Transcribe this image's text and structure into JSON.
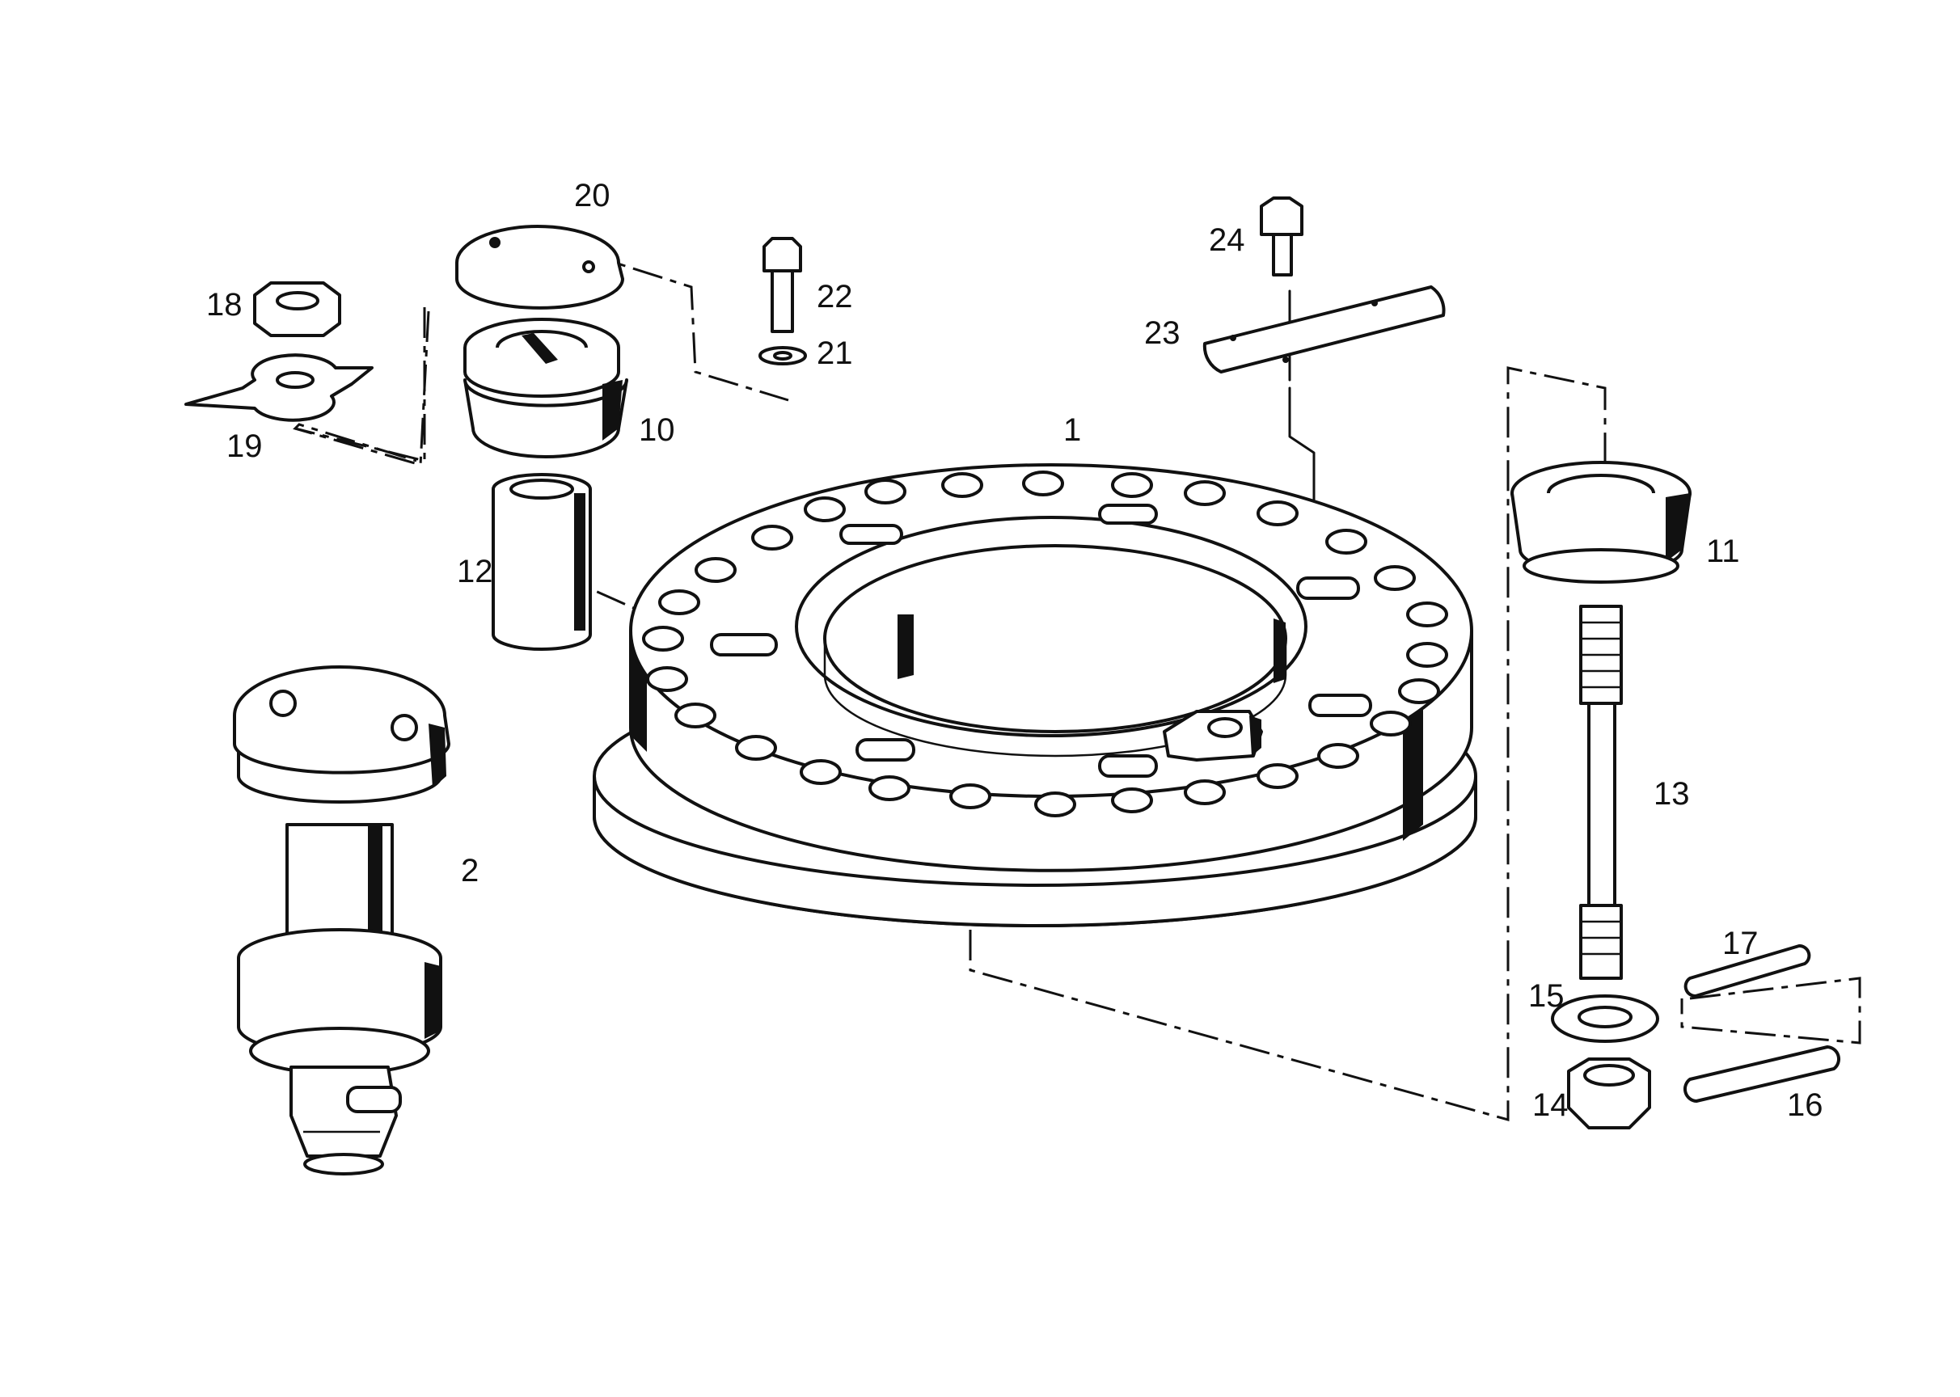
{
  "diagram": {
    "callouts": {
      "c1": "1",
      "c2": "2",
      "c10": "10",
      "c11": "11",
      "c12": "12",
      "c13": "13",
      "c14": "14",
      "c15": "15",
      "c16": "16",
      "c17": "17",
      "c18": "18",
      "c19": "19",
      "c20": "20",
      "c21": "21",
      "c22": "22",
      "c23": "23",
      "c24": "24"
    }
  }
}
